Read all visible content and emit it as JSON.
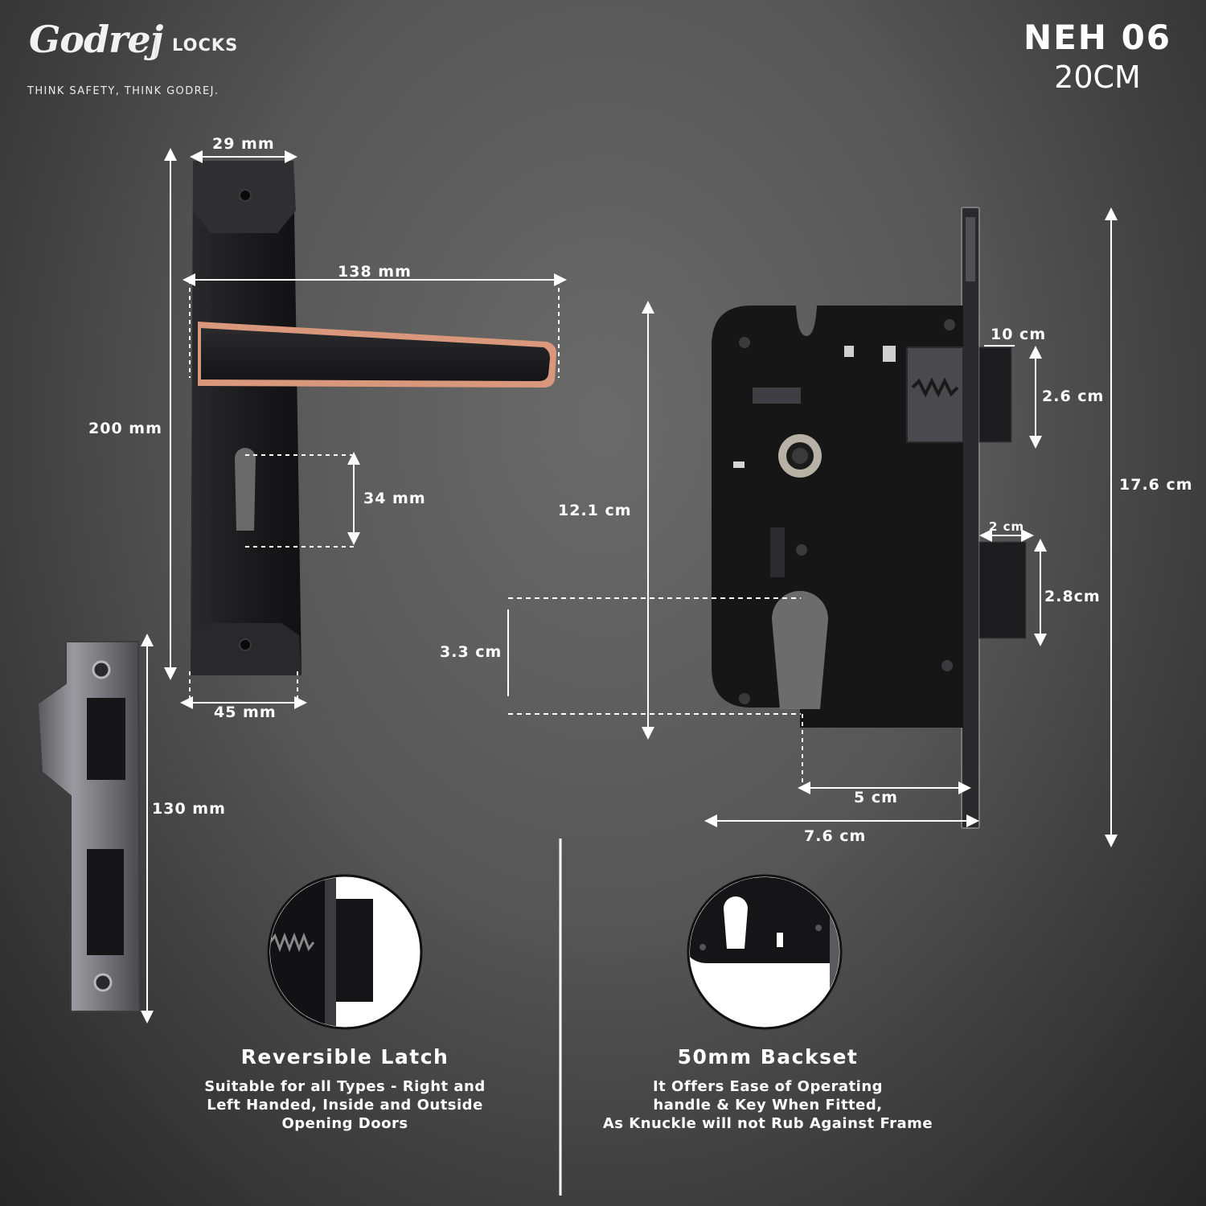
{
  "brand": {
    "name": "Godrej",
    "division": "LOCKS",
    "tagline": "THINK SAFETY, THINK GODREJ."
  },
  "product": {
    "model": "NEH 06",
    "size": "20CM"
  },
  "handle_dimensions": {
    "width_top": "29 mm",
    "lever_length": "138 mm",
    "plate_height": "200 mm",
    "keyhole_height": "34 mm",
    "width_bottom": "45 mm"
  },
  "strike_plate": {
    "height": "130 mm"
  },
  "lock_body_dimensions": {
    "latch_width": "10 cm",
    "latch_height": "2.6 cm",
    "total_height": "17.6 cm",
    "bolt_width": "2 cm",
    "bolt_height": "2.8cm",
    "spindle_to_cylinder": "12.1 cm",
    "cylinder_height": "3.3 cm",
    "backset": "5 cm",
    "case_width": "7.6 cm"
  },
  "features": [
    {
      "title": "Reversible Latch",
      "lines": [
        "Suitable for all Types - Right and",
        "Left Handed, Inside and Outside",
        "Opening Doors"
      ]
    },
    {
      "title": "50mm Backset",
      "lines": [
        "It Offers Ease of Operating",
        "handle & Key When Fitted,",
        "As Knuckle will not Rub Against Frame"
      ]
    }
  ],
  "colors": {
    "finish_black": "#1a1a1b",
    "rose_gold": "#d9977c",
    "steel": "#8e8e93"
  }
}
